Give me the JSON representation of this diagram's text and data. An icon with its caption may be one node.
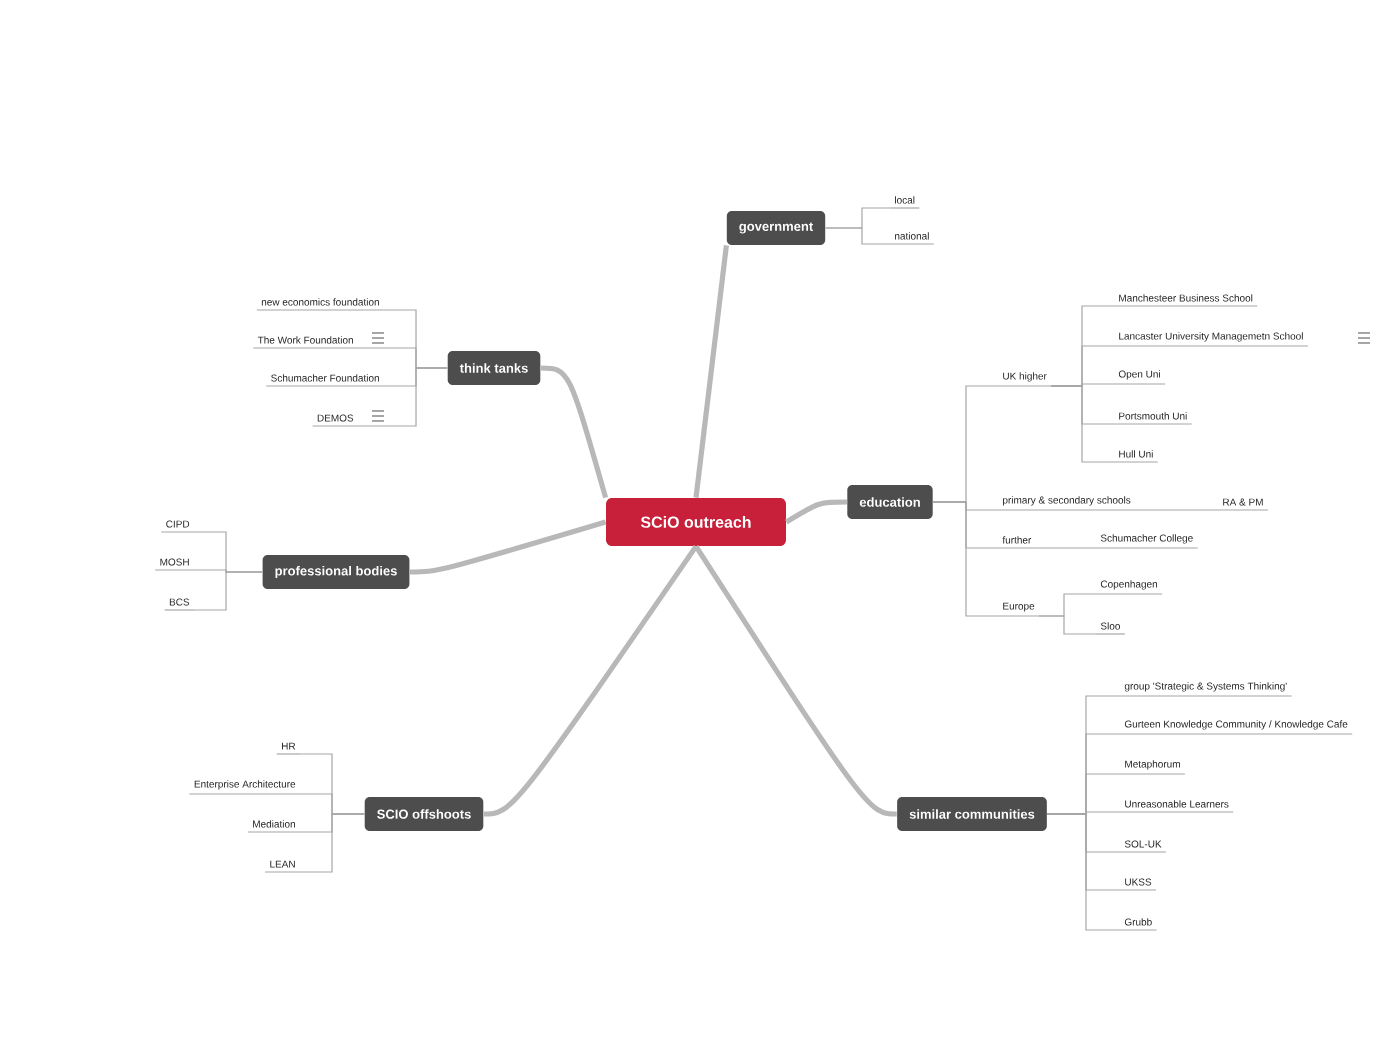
{
  "diagram": {
    "nodes": [
      {
        "text": [
          "SCiO outreach"
        ]
      },
      {
        "text": [
          "government"
        ]
      },
      {
        "text": [
          "local"
        ]
      },
      {
        "text": [
          "national"
        ]
      },
      {
        "text": [
          "think tanks"
        ]
      },
      {
        "text": [
          "new economics foundation"
        ]
      },
      {
        "text": [
          "The Work Foundation"
        ]
      },
      {
        "text": [
          "Schumacher Foundation"
        ]
      },
      {
        "text": [
          "DEMOS"
        ]
      },
      {
        "text": [
          "education"
        ]
      },
      {
        "text": [
          "UK higher"
        ]
      },
      {
        "text": [
          "Manchesteer Business School"
        ]
      },
      {
        "text": [
          "Lancaster University Managemetn School"
        ]
      },
      {
        "text": [
          "Open Uni"
        ]
      },
      {
        "text": [
          "Portsmouth Uni"
        ]
      },
      {
        "text": [
          "Hull Uni"
        ]
      },
      {
        "text": [
          "primary & secondary schools"
        ]
      },
      {
        "text": [
          "RA & PM"
        ]
      },
      {
        "text": [
          "further"
        ]
      },
      {
        "text": [
          "Schumacher College"
        ]
      },
      {
        "text": [
          "Europe"
        ]
      },
      {
        "text": [
          "Copenhagen"
        ]
      },
      {
        "text": [
          "Sloo"
        ]
      },
      {
        "text": [
          "professional bodies"
        ]
      },
      {
        "text": [
          "CIPD"
        ]
      },
      {
        "text": [
          "MOSH"
        ]
      },
      {
        "text": [
          "BCS"
        ]
      },
      {
        "text": [
          "SCIO offshoots"
        ]
      },
      {
        "text": [
          "HR"
        ]
      },
      {
        "text": [
          "Enterprise Architecture"
        ]
      },
      {
        "text": [
          "Mediation"
        ]
      },
      {
        "text": [
          "LEAN"
        ]
      },
      {
        "text": [
          "similar communities"
        ]
      },
      {
        "text": [
          "group 'Strategic & Systems Thinking'"
        ]
      },
      {
        "text": [
          "Gurteen Knowledge Community / Knowledge Cafe"
        ]
      },
      {
        "text": [
          "Metaphorum"
        ]
      },
      {
        "text": [
          "Unreasonable Learners"
        ]
      },
      {
        "text": [
          "SOL-UK"
        ]
      },
      {
        "text": [
          "UKSS"
        ]
      },
      {
        "text": [
          "Grubb"
        ]
      }
    ],
    "edges": [
      {
        "from": 0,
        "to": 1,
        "arrow": "none",
        "style": "thick"
      },
      {
        "from": 0,
        "to": 4,
        "arrow": "none",
        "style": "thick"
      },
      {
        "from": 0,
        "to": 9,
        "arrow": "none",
        "style": "thick"
      },
      {
        "from": 0,
        "to": 23,
        "arrow": "none",
        "style": "thick"
      },
      {
        "from": 0,
        "to": 27,
        "arrow": "none",
        "style": "thick"
      },
      {
        "from": 0,
        "to": 32,
        "arrow": "none",
        "style": "thick"
      },
      {
        "from": 1,
        "to": 2,
        "arrow": "none"
      },
      {
        "from": 1,
        "to": 3,
        "arrow": "none"
      },
      {
        "from": 4,
        "to": 5,
        "arrow": "none"
      },
      {
        "from": 4,
        "to": 6,
        "arrow": "none"
      },
      {
        "from": 4,
        "to": 7,
        "arrow": "none"
      },
      {
        "from": 4,
        "to": 8,
        "arrow": "none"
      },
      {
        "from": 9,
        "to": 10,
        "arrow": "none"
      },
      {
        "from": 9,
        "to": 16,
        "arrow": "none"
      },
      {
        "from": 9,
        "to": 18,
        "arrow": "none"
      },
      {
        "from": 9,
        "to": 20,
        "arrow": "none"
      },
      {
        "from": 10,
        "to": 11,
        "arrow": "none"
      },
      {
        "from": 10,
        "to": 12,
        "arrow": "none"
      },
      {
        "from": 10,
        "to": 13,
        "arrow": "none"
      },
      {
        "from": 10,
        "to": 14,
        "arrow": "none"
      },
      {
        "from": 10,
        "to": 15,
        "arrow": "none"
      },
      {
        "from": 16,
        "to": 17,
        "arrow": "none"
      },
      {
        "from": 18,
        "to": 19,
        "arrow": "none"
      },
      {
        "from": 20,
        "to": 21,
        "arrow": "none"
      },
      {
        "from": 20,
        "to": 22,
        "arrow": "none"
      },
      {
        "from": 23,
        "to": 24,
        "arrow": "none"
      },
      {
        "from": 23,
        "to": 25,
        "arrow": "none"
      },
      {
        "from": 23,
        "to": 26,
        "arrow": "none"
      },
      {
        "from": 27,
        "to": 28,
        "arrow": "none"
      },
      {
        "from": 27,
        "to": 29,
        "arrow": "none"
      },
      {
        "from": 27,
        "to": 30,
        "arrow": "none"
      },
      {
        "from": 27,
        "to": 31,
        "arrow": "none"
      },
      {
        "from": 32,
        "to": 33,
        "arrow": "none"
      },
      {
        "from": 32,
        "to": 34,
        "arrow": "none"
      },
      {
        "from": 32,
        "to": 35,
        "arrow": "none"
      },
      {
        "from": 32,
        "to": 36,
        "arrow": "none"
      },
      {
        "from": 32,
        "to": 37,
        "arrow": "none"
      },
      {
        "from": 32,
        "to": 38,
        "arrow": "none"
      },
      {
        "from": 32,
        "to": 39,
        "arrow": "none"
      }
    ]
  }
}
